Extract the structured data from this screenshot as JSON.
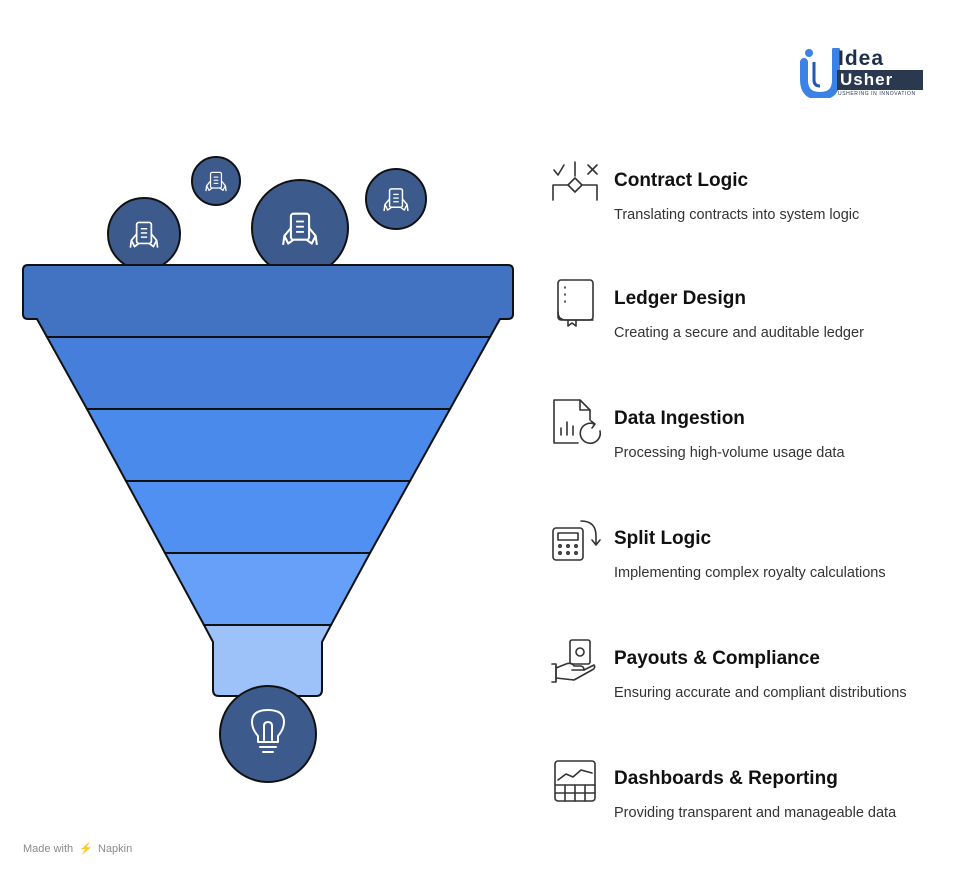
{
  "logo": {
    "word1": "Idea",
    "word2": "Usher",
    "tagline": "USHERING IN INNOVATION",
    "brand_blue": "#3a82e6",
    "brand_dark": "#2b3950"
  },
  "funnel": {
    "colors": {
      "layer1": "#4272c2",
      "layer2": "#467fdb",
      "layer3": "#4a8aeb",
      "layer4": "#4f90f2",
      "layer5": "#66a0f8",
      "spout": "#9dc1f9",
      "circle": "#3d5a8c",
      "outline": "#111111"
    },
    "input_icons": [
      "clipboard-hands-icon",
      "clipboard-hands-icon",
      "clipboard-hands-icon",
      "clipboard-hands-icon"
    ],
    "output_icon": "lightbulb-icon"
  },
  "steps": [
    {
      "icon": "contract-logic-icon",
      "title": "Contract Logic",
      "desc": "Translating contracts into system logic"
    },
    {
      "icon": "ledger-book-icon",
      "title": "Ledger Design",
      "desc": "Creating a secure and auditable ledger"
    },
    {
      "icon": "data-ingestion-icon",
      "title": "Data Ingestion",
      "desc": "Processing high-volume usage data"
    },
    {
      "icon": "calculator-icon",
      "title": "Split Logic",
      "desc": "Implementing complex royalty calculations"
    },
    {
      "icon": "payout-hand-icon",
      "title": "Payouts & Compliance",
      "desc": "Ensuring accurate and compliant distributions"
    },
    {
      "icon": "dashboard-chart-icon",
      "title": "Dashboards & Reporting",
      "desc": "Providing transparent and manageable data"
    }
  ],
  "footer": {
    "made_with": "Made with",
    "brand": "Napkin"
  }
}
